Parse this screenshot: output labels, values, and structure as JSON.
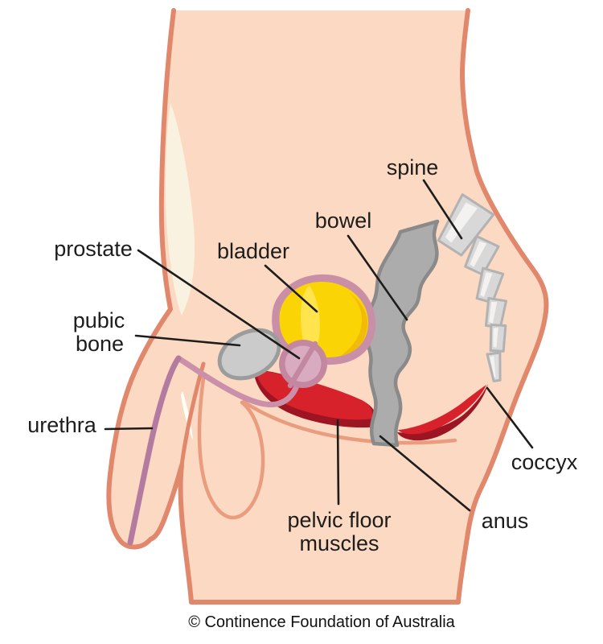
{
  "diagram": {
    "subject": "male pelvic floor anatomy side view",
    "labels": {
      "spine": "spine",
      "bowel": "bowel",
      "bladder": "bladder",
      "prostate": "prostate",
      "pubic_bone_line1": "pubic",
      "pubic_bone_line2": "bone",
      "urethra": "urethra",
      "pelvic_floor_line1": "pelvic floor",
      "pelvic_floor_line2": "muscles",
      "anus": "anus",
      "coccyx": "coccyx"
    },
    "parts": [
      "spine",
      "bowel",
      "bladder",
      "prostate",
      "pubic bone",
      "urethra",
      "pelvic floor muscles",
      "anus",
      "coccyx"
    ],
    "colors": {
      "background": "#ffffff",
      "skin": "#fbd9c2",
      "skin_outline": "#e0876c",
      "skin_crease": "#ea9c7e",
      "skin_highlight": "#f9f2e0",
      "bladder_yellow": "#fbd406",
      "bladder_highlight": "#ffe44d",
      "bladder_ring": "#c98fa6",
      "prostate_fill": "#d8abc0",
      "prostate_ring": "#c3879f",
      "pubic_bone_fill": "#cbcbcb",
      "pubic_bone_outline": "#9c9c9c",
      "urethra": "#ca90aa",
      "muscle_bright_red": "#d7222b",
      "muscle_dark_red": "#9d1523",
      "bowel_fill": "#acacac",
      "bowel_outline": "#8a8a8a",
      "spine_fill": "#d8d8d8",
      "spine_outline": "#b2b2b2",
      "label_text": "#1d1d1b"
    }
  },
  "footer": {
    "copyright": "© Continence Foundation of Australia"
  }
}
